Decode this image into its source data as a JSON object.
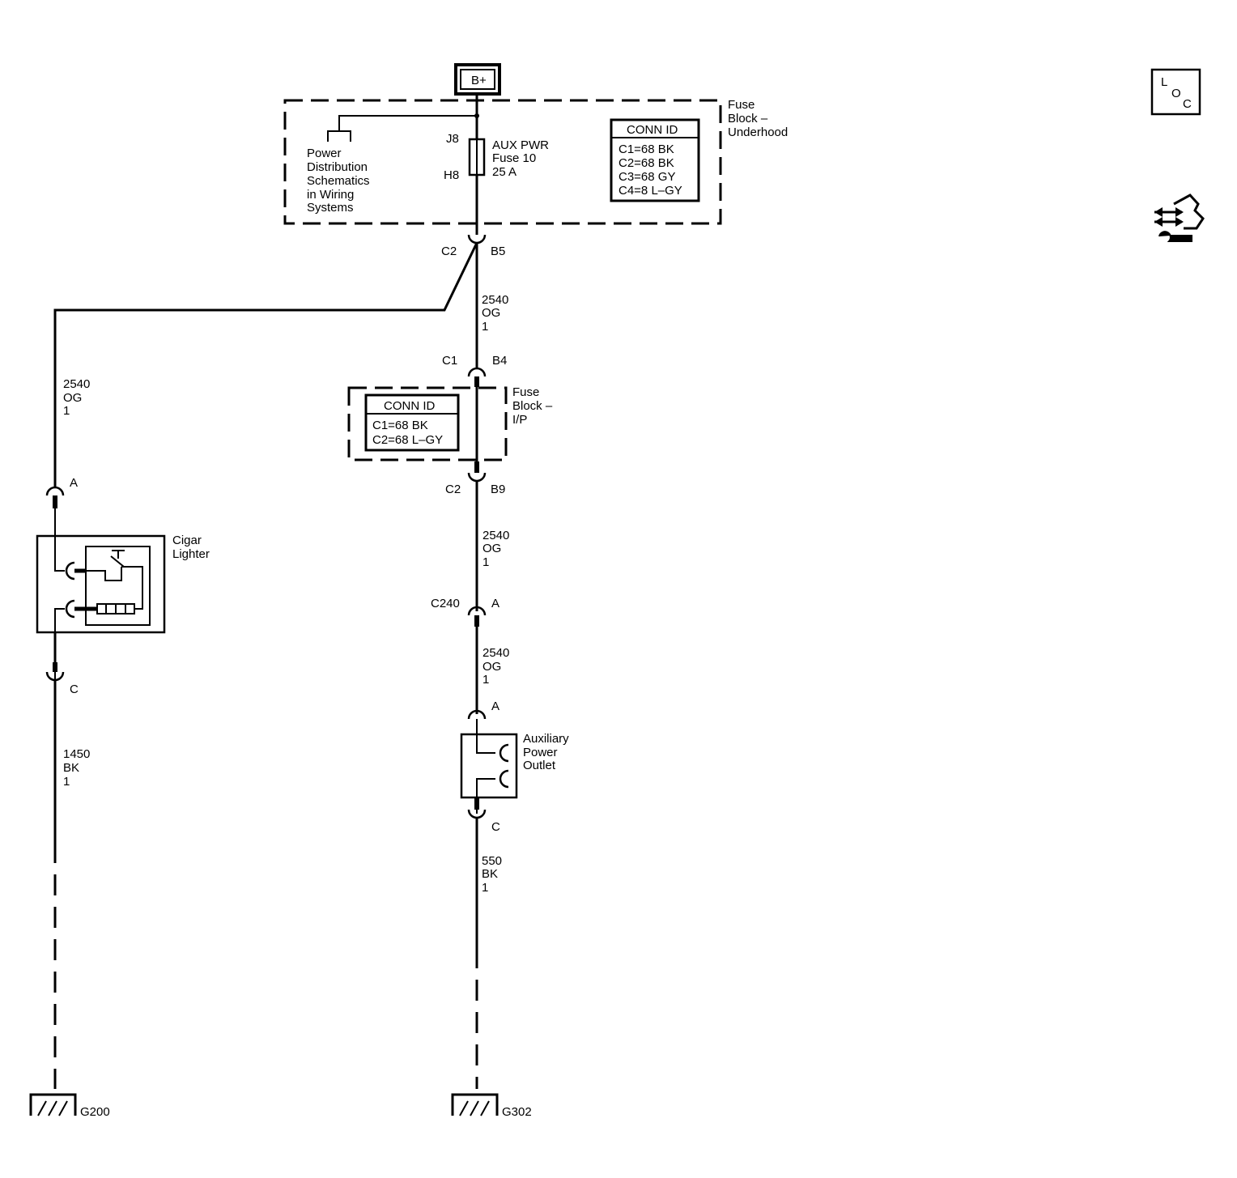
{
  "power_source": {
    "label": "B+"
  },
  "fuse_block_underhood": {
    "title_lines": [
      "Fuse",
      "Block –",
      "Underhood"
    ],
    "fuse_pins": {
      "top": "J8",
      "bottom": "H8"
    },
    "fuse_label_lines": [
      "AUX PWR",
      "Fuse 10",
      "25 A"
    ],
    "ref_lines": [
      "Power",
      "Distribution",
      "Schematics",
      "in Wiring",
      "Systems"
    ],
    "conn_id": {
      "header": "CONN ID",
      "entries": [
        "C1=68 BK",
        "C2=68 BK",
        "C3=68 GY",
        "C4=8 L–GY"
      ]
    },
    "out_connector": {
      "conn": "C2",
      "pin": "B5"
    }
  },
  "fuse_block_ip": {
    "title_lines": [
      "Fuse",
      "Block –",
      "I/P"
    ],
    "in_connector": {
      "conn": "C1",
      "pin": "B4"
    },
    "out_connector": {
      "conn": "C2",
      "pin": "B9"
    },
    "conn_id": {
      "header": "CONN ID",
      "entries": [
        "C1=68 BK",
        "C2=68 L–GY"
      ]
    }
  },
  "wires": {
    "left_feed": [
      "2540",
      "OG",
      "1"
    ],
    "center_1": [
      "2540",
      "OG",
      "1"
    ],
    "center_2": [
      "2540",
      "OG",
      "1"
    ],
    "center_3": [
      "2540",
      "OG",
      "1"
    ],
    "left_ground": [
      "1450",
      "BK",
      "1"
    ],
    "center_ground": [
      "550",
      "BK",
      "1"
    ]
  },
  "cigar_lighter": {
    "title_lines": [
      "Cigar",
      "Lighter"
    ],
    "pin_in": "A",
    "pin_out": "C"
  },
  "inline_connector": {
    "conn": "C240",
    "pin": "A"
  },
  "aux_outlet": {
    "title_lines": [
      "Auxiliary",
      "Power",
      "Outlet"
    ],
    "pin_in": "A",
    "pin_out": "C"
  },
  "grounds": {
    "left": "G200",
    "center": "G302"
  },
  "loc_icon": {
    "letters": [
      "L",
      "O",
      "C"
    ]
  },
  "icons": {
    "service_icon": "connector-service-icon"
  }
}
